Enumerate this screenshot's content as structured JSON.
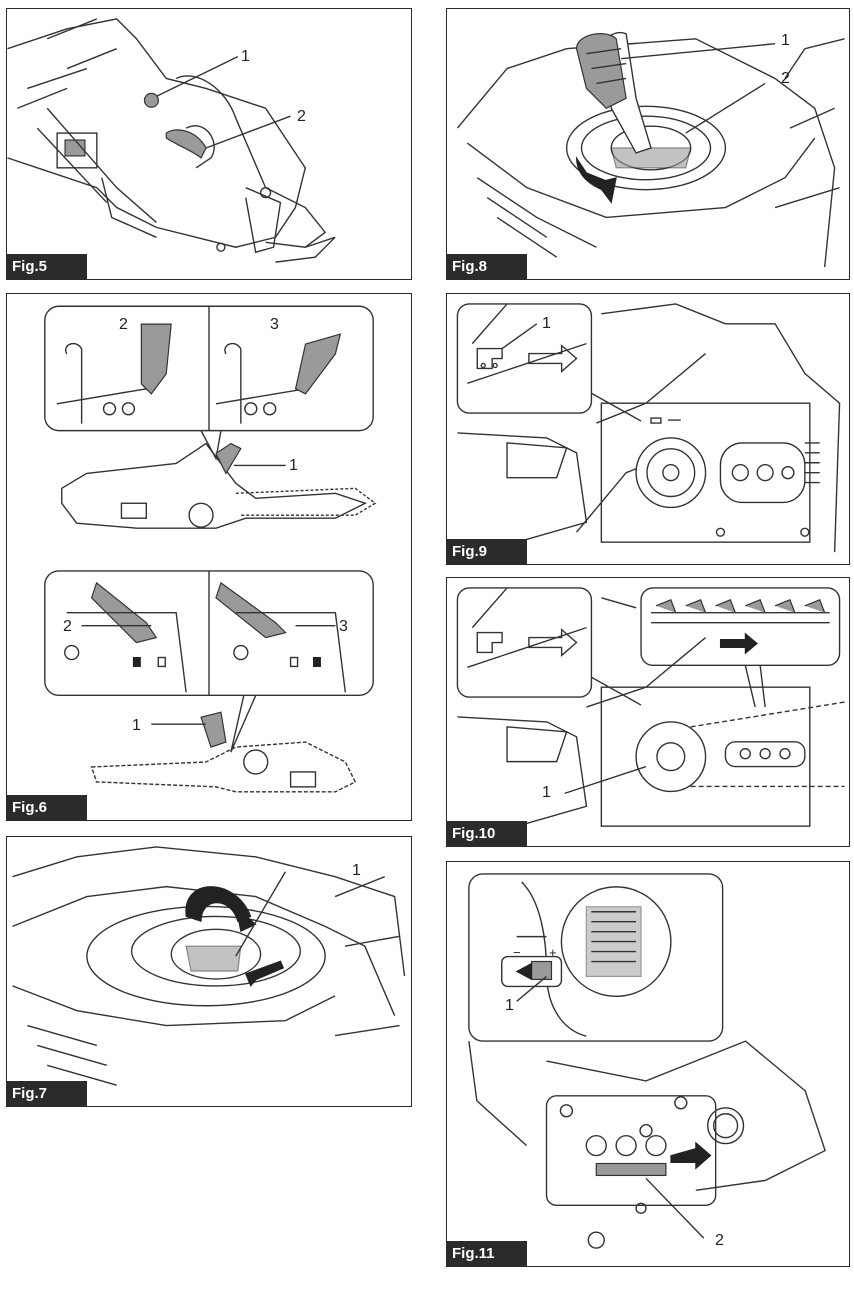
{
  "figures": [
    {
      "id": "fig5",
      "label": "Fig.5",
      "callouts": [
        "1",
        "2"
      ]
    },
    {
      "id": "fig6",
      "label": "Fig.6",
      "callouts": [
        "2",
        "3",
        "1",
        "2",
        "3",
        "1"
      ]
    },
    {
      "id": "fig7",
      "label": "Fig.7",
      "callouts": [
        "1"
      ]
    },
    {
      "id": "fig8",
      "label": "Fig.8",
      "callouts": [
        "1",
        "2"
      ]
    },
    {
      "id": "fig9",
      "label": "Fig.9",
      "callouts": [
        "1"
      ]
    },
    {
      "id": "fig10",
      "label": "Fig.10",
      "callouts": [
        "1"
      ]
    },
    {
      "id": "fig11",
      "label": "Fig.11",
      "callouts": [
        "1",
        "2"
      ],
      "adjust_signs": [
        "−",
        "+"
      ]
    }
  ]
}
